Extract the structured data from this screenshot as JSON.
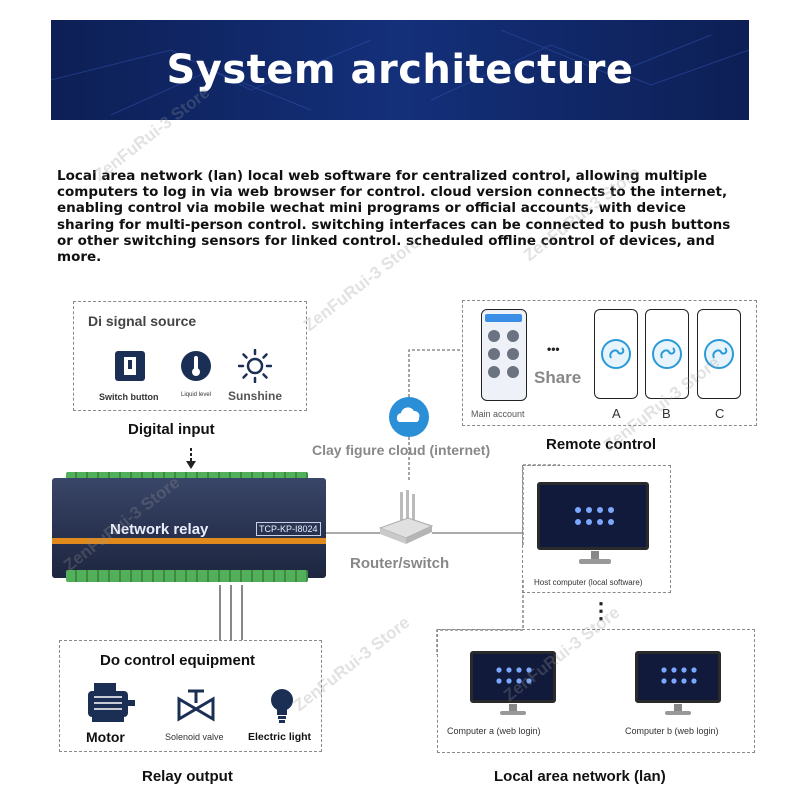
{
  "banner": {
    "title": "System architecture"
  },
  "intro": {
    "text": "Local area network (lan) local web software for centralized control, allowing multiple computers to log in via web browser for control. cloud version connects to the internet, enabling control via mobile wechat mini programs or official accounts, with device sharing for multi-person control. switching interfaces can be connected to push buttons or other switching sensors for linked control. scheduled offline control of devices, and more."
  },
  "di_box": {
    "title": "Di signal source",
    "items": [
      {
        "label": "Switch button",
        "icon": "switch-button-icon"
      },
      {
        "label": "Liquid level",
        "icon": "thermometer-icon"
      },
      {
        "label": "Sunshine",
        "icon": "sun-icon"
      }
    ],
    "caption": "Digital input"
  },
  "remote": {
    "main_account": "Main account",
    "share": "Share",
    "share_dots": "•••",
    "phones": [
      "A",
      "B",
      "C"
    ],
    "caption": "Remote control"
  },
  "cloud": {
    "label": "Clay figure cloud (internet)"
  },
  "relay": {
    "name": "Network relay",
    "model": "TCP-KP-I8024"
  },
  "router": {
    "label": "Router/switch"
  },
  "host": {
    "label": "Host computer (local software)",
    "dots": "⋮"
  },
  "computers": [
    {
      "label": "Computer a (web login)"
    },
    {
      "label": "Computer b (web login)"
    }
  ],
  "lan": {
    "caption": "Local area network (lan)"
  },
  "do_box": {
    "title": "Do control equipment",
    "items": [
      {
        "label": "Motor",
        "icon": "motor-icon"
      },
      {
        "label": "Solenoid valve",
        "icon": "valve-icon"
      },
      {
        "label": "Electric light",
        "icon": "bulb-icon"
      }
    ],
    "caption": "Relay output"
  },
  "watermark": "ZenFuRui-3 Store",
  "colors": {
    "banner": "#14307a",
    "accent_orange": "#e08a1e",
    "cloud_blue": "#2a8fd6",
    "terminal_green": "#52b05a"
  }
}
